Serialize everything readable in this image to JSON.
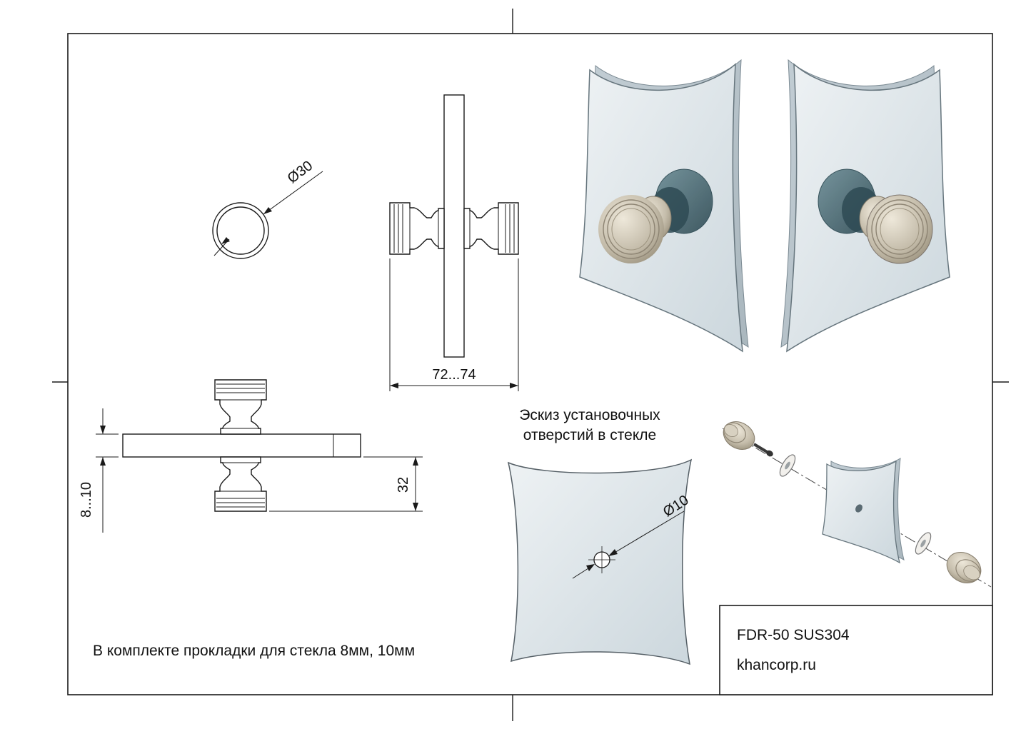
{
  "labels": {
    "caption_line1": "Эскиз установочных",
    "caption_line2": "отверстий в стекле",
    "note": "В комплекте прокладки для стекла 8мм, 10мм"
  },
  "title_block": {
    "model": "FDR-50 SUS304",
    "site": "khancorp.ru"
  },
  "dimensions": {
    "hole_top_view": "Ø30",
    "overall_width": "72...74",
    "glass_thickness": "8...10",
    "knob_height": "32",
    "install_hole": "Ø10"
  },
  "colors": {
    "line": "#1a1a1a",
    "glass_fill_light": "#e9eef1",
    "glass_fill_dark": "#c7d2d8",
    "glass_edge": "#66757d",
    "metal_light": "#e8e2d4",
    "metal_dark": "#9b9280",
    "teal_light": "#5f828c",
    "teal_dark": "#2e4a53"
  }
}
